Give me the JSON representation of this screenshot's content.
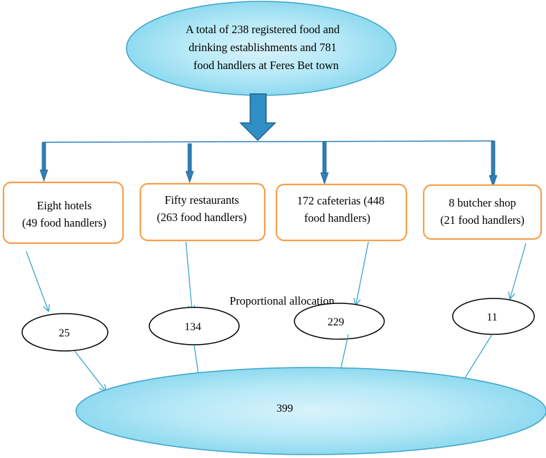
{
  "top": {
    "lines": [
      "A total of 238 registered food and",
      "drinking establishments and 781",
      "food handlers at Feres Bet town"
    ]
  },
  "categories": [
    {
      "lines": [
        "Eight hotels",
        "(49 food handlers)"
      ],
      "sample": "25"
    },
    {
      "lines": [
        "Fifty restaurants",
        "(263 food handlers)"
      ],
      "sample": "134"
    },
    {
      "lines": [
        "172 cafeterias (448",
        "food handlers)"
      ],
      "sample": "229"
    },
    {
      "lines": [
        "8 butcher shop",
        "(21 food handlers)"
      ],
      "sample": "11"
    }
  ],
  "allocation_label": "Proportional allocation",
  "total": "399",
  "colors": {
    "ellipse_fill": "#9fe0f2",
    "ellipse_stroke": "#3aa3c8",
    "box_stroke": "#f5a04a",
    "arrow_blue": "#2f7fb8",
    "arrow_light": "#2aa0c8"
  }
}
